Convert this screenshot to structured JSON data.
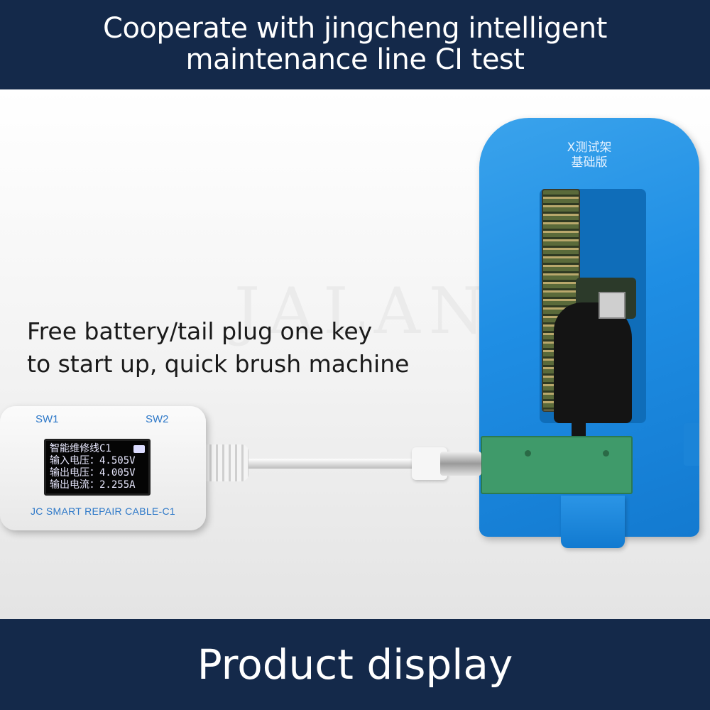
{
  "header": {
    "line1": "Cooperate with jingcheng intelligent",
    "line2": "maintenance line CI test"
  },
  "caption": {
    "line1": "Free battery/tail plug one key",
    "line2": "to start up, quick brush machine"
  },
  "watermark": "JALAN",
  "fixture": {
    "label_line1": "X测试架",
    "label_line2": "基础版"
  },
  "device": {
    "sw1": "SW1",
    "sw2": "SW2",
    "screen": {
      "title": "智能维修线C1",
      "line1": "输入电压：4.505V",
      "line2": "输出电压：4.005V",
      "line3": "输出电流：2.255A"
    },
    "model": "JC SMART REPAIR CABLE-C1"
  },
  "footer": {
    "title": "Product display"
  },
  "colors": {
    "banner": "#14294a",
    "fixture_blue": "#1f8ee4",
    "device_text_blue": "#2d78c8"
  }
}
